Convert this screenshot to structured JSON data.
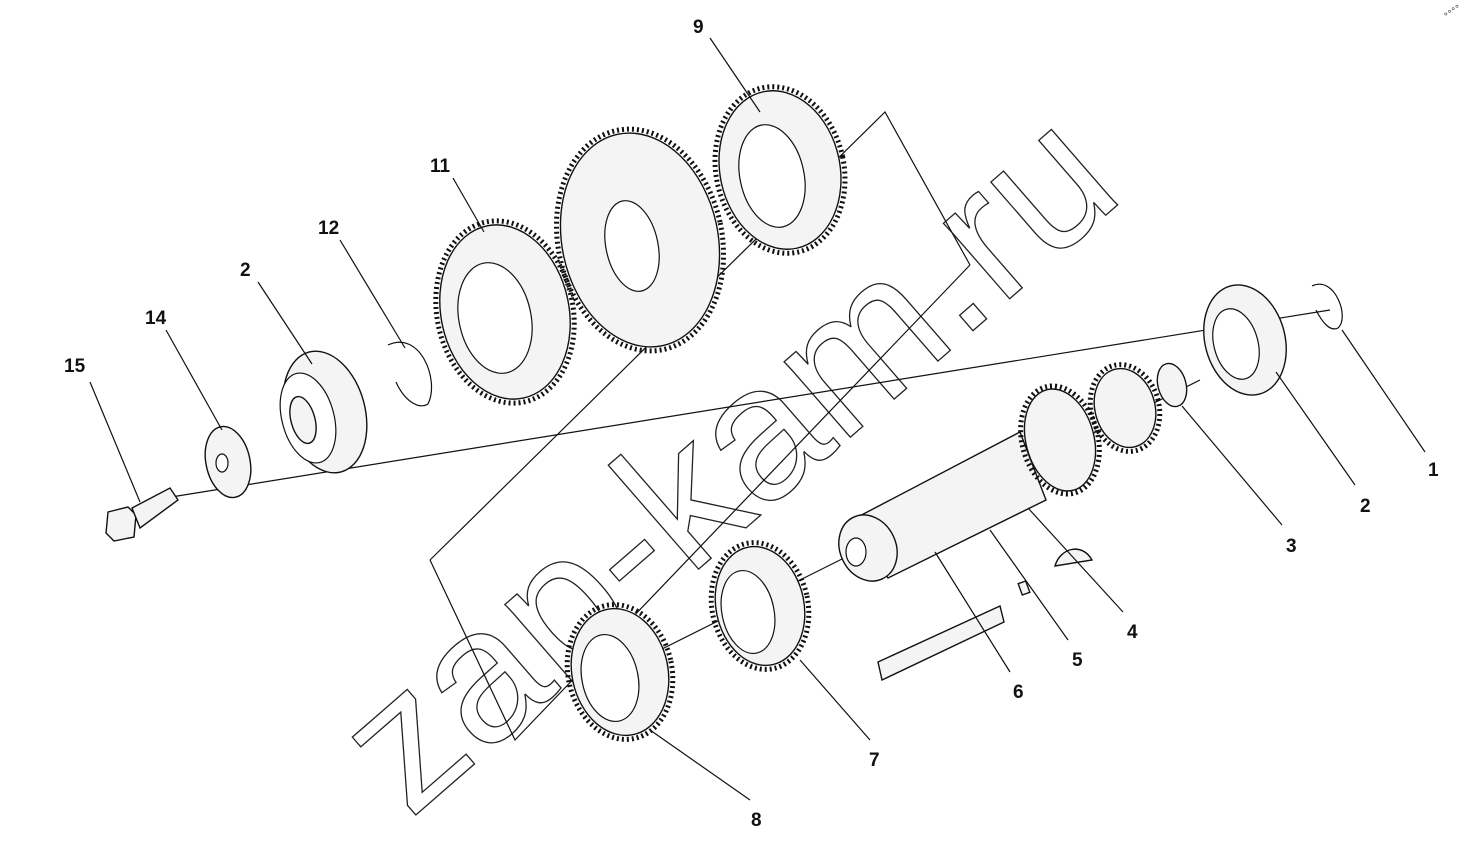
{
  "watermark": "zap-kam.ru",
  "corner_mark": "°°°°",
  "callouts": {
    "c1": "1",
    "c2a": "2",
    "c2b": "2",
    "c3": "3",
    "c4": "4",
    "c5": "5",
    "c6": "6",
    "c7": "7",
    "c8": "8",
    "c9": "9",
    "c11": "11",
    "c12": "12",
    "c14": "14",
    "c15": "15"
  }
}
